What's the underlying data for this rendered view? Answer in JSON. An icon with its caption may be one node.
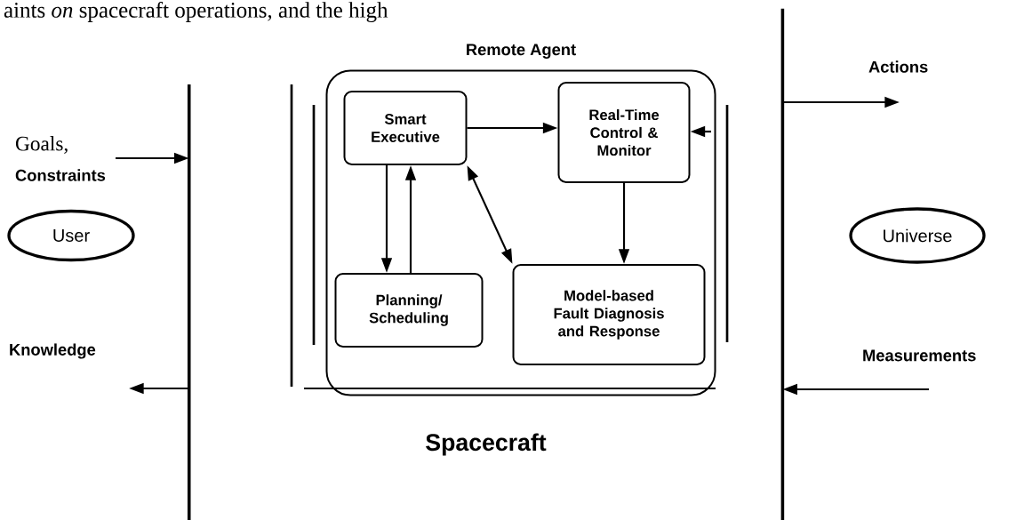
{
  "diagram": {
    "nodes": [
      {
        "text": [
          "Spacecraft"
        ]
      },
      {
        "text": [
          "Remote Agent"
        ],
        "in": 0
      },
      {
        "text": [
          "Smart Executive"
        ],
        "in": 1
      },
      {
        "text": [
          "Real-Time Control & Monitor"
        ],
        "in": 1
      },
      {
        "text": [
          "Planning/ Scheduling"
        ],
        "in": 1
      },
      {
        "text": [
          "Model-based Fault Diagnosis and Response"
        ],
        "in": 1
      },
      {
        "text": [
          "User"
        ]
      },
      {
        "text": [
          "Universe"
        ]
      }
    ],
    "edges": [
      {
        "from": null,
        "to": 0,
        "arrow": "to"
      },
      {
        "from": 0,
        "to": null,
        "arrow": "to"
      },
      {
        "from": 0,
        "to": null,
        "arrow": "to"
      },
      {
        "from": null,
        "to": 0,
        "arrow": "to"
      },
      {
        "from": 2,
        "to": 3,
        "arrow": "to"
      },
      {
        "from": null,
        "to": 3,
        "arrow": "to"
      },
      {
        "from": 2,
        "to": 4,
        "arrow": "to"
      },
      {
        "from": 4,
        "to": 2,
        "arrow": "to"
      },
      {
        "from": 5,
        "to": 2,
        "arrow": "both"
      },
      {
        "from": 3,
        "to": 5,
        "arrow": "to"
      }
    ],
    "labels": [
      "aints *on* spacecraft operations, and the high",
      "Goals,",
      "Constraints",
      "Knowledge",
      "Actions",
      "Measurements"
    ]
  }
}
